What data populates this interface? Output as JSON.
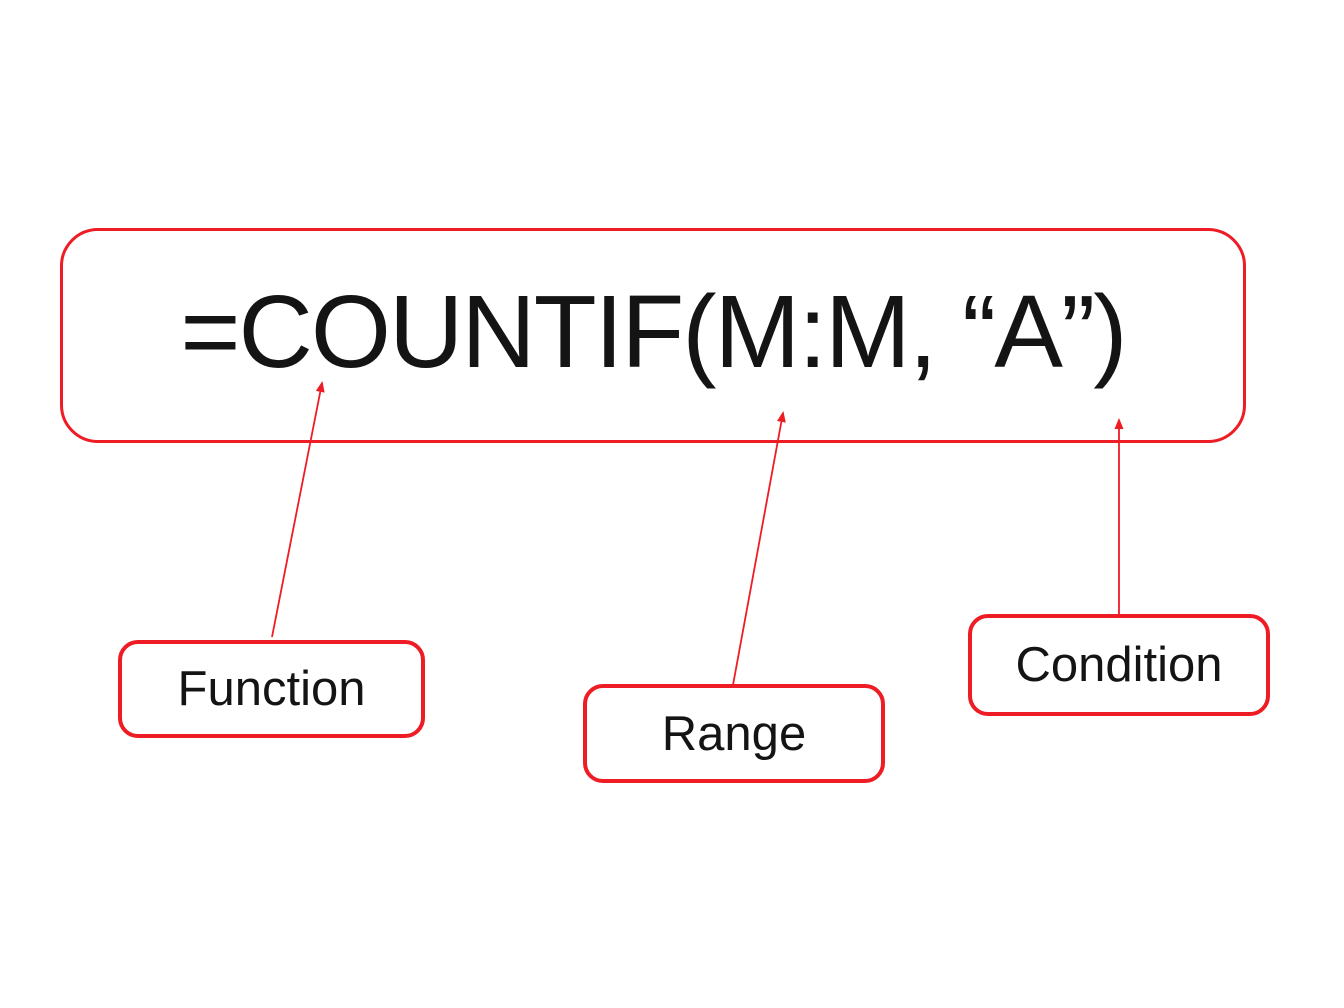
{
  "colors": {
    "accent_red": "#ee1c24",
    "text_black": "#141414",
    "background": "#ffffff"
  },
  "formula": {
    "text": "=COUNTIF(M:M, “A”)"
  },
  "labels": [
    {
      "id": "function",
      "text": "Function"
    },
    {
      "id": "range",
      "text": "Range"
    },
    {
      "id": "condition",
      "text": "Condition"
    }
  ]
}
